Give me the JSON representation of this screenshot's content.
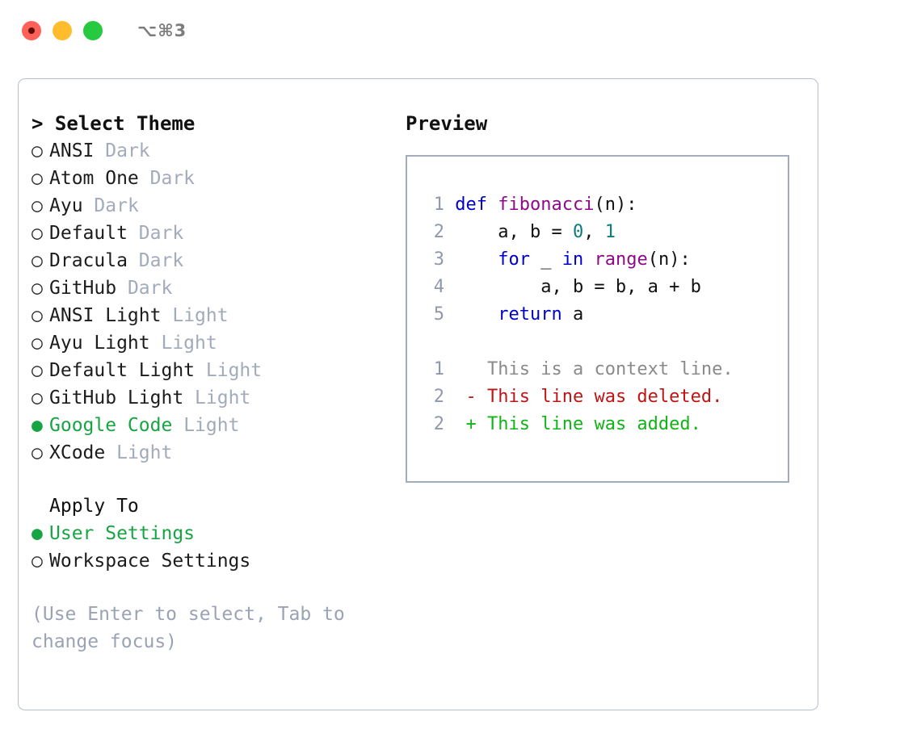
{
  "window": {
    "shortcut_label": "⌥⌘3",
    "traffic_lights": [
      "close-button",
      "minimize-button",
      "maximize-button"
    ]
  },
  "theme_picker": {
    "header": "> Select Theme",
    "selected_theme": "Google Code",
    "items": [
      {
        "marker": "○",
        "name": "ANSI",
        "category": "Dark",
        "selected": false
      },
      {
        "marker": "○",
        "name": "Atom One",
        "category": "Dark",
        "selected": false
      },
      {
        "marker": "○",
        "name": "Ayu",
        "category": "Dark",
        "selected": false
      },
      {
        "marker": "○",
        "name": "Default",
        "category": "Dark",
        "selected": false
      },
      {
        "marker": "○",
        "name": "Dracula",
        "category": "Dark",
        "selected": false
      },
      {
        "marker": "○",
        "name": "GitHub",
        "category": "Dark",
        "selected": false
      },
      {
        "marker": "○",
        "name": "ANSI Light",
        "category": "Light",
        "selected": false
      },
      {
        "marker": "○",
        "name": "Ayu Light",
        "category": "Light",
        "selected": false
      },
      {
        "marker": "○",
        "name": "Default Light",
        "category": "Light",
        "selected": false
      },
      {
        "marker": "○",
        "name": "GitHub Light",
        "category": "Light",
        "selected": false
      },
      {
        "marker": "●",
        "name": "Google Code",
        "category": "Light",
        "selected": true
      },
      {
        "marker": "○",
        "name": "XCode",
        "category": "Light",
        "selected": false
      }
    ]
  },
  "apply_to": {
    "header": "Apply To",
    "selected_option": "User Settings",
    "options": [
      {
        "marker": "●",
        "label": "User Settings",
        "selected": true
      },
      {
        "marker": "○",
        "label": "Workspace Settings",
        "selected": false
      }
    ]
  },
  "hint": "(Use Enter to select, Tab to change focus)",
  "preview": {
    "title": "Preview",
    "code_lines": [
      {
        "number": "1",
        "tokens": [
          {
            "text": "def ",
            "kind": "kw"
          },
          {
            "text": "fibonacci",
            "kind": "fn"
          },
          {
            "text": "(n):",
            "kind": "pl"
          }
        ]
      },
      {
        "number": "2",
        "tokens": [
          {
            "text": "    a, b = ",
            "kind": "pl"
          },
          {
            "text": "0",
            "kind": "num"
          },
          {
            "text": ", ",
            "kind": "pl"
          },
          {
            "text": "1",
            "kind": "num"
          }
        ]
      },
      {
        "number": "3",
        "tokens": [
          {
            "text": "    for ",
            "kind": "kw"
          },
          {
            "text": "_ ",
            "kind": "pl"
          },
          {
            "text": "in ",
            "kind": "kw"
          },
          {
            "text": "range",
            "kind": "fn"
          },
          {
            "text": "(n):",
            "kind": "pl"
          }
        ]
      },
      {
        "number": "4",
        "tokens": [
          {
            "text": "        a, b = b, a + b",
            "kind": "pl"
          }
        ]
      },
      {
        "number": "5",
        "tokens": [
          {
            "text": "    return ",
            "kind": "kw"
          },
          {
            "text": "a",
            "kind": "pl"
          }
        ]
      }
    ],
    "diff_lines": [
      {
        "number": "1",
        "sign": " ",
        "text": "This is a context line.",
        "kind": "ctx"
      },
      {
        "number": "2",
        "sign": "-",
        "text": "This line was deleted.",
        "kind": "del"
      },
      {
        "number": "2",
        "sign": "+",
        "text": "This line was added.",
        "kind": "add"
      }
    ]
  },
  "colors": {
    "accent_green": "#17a544",
    "muted": "#a2abbb",
    "keyword": "#0000cd",
    "function": "#8f0a8a",
    "number": "#0e7c7b",
    "diff_added": "#10b416",
    "diff_deleted": "#c01414",
    "panel_border": "#b7c0cd",
    "traffic_red": "#ff6058",
    "traffic_yellow": "#ffbd2e",
    "traffic_green": "#26c940"
  }
}
